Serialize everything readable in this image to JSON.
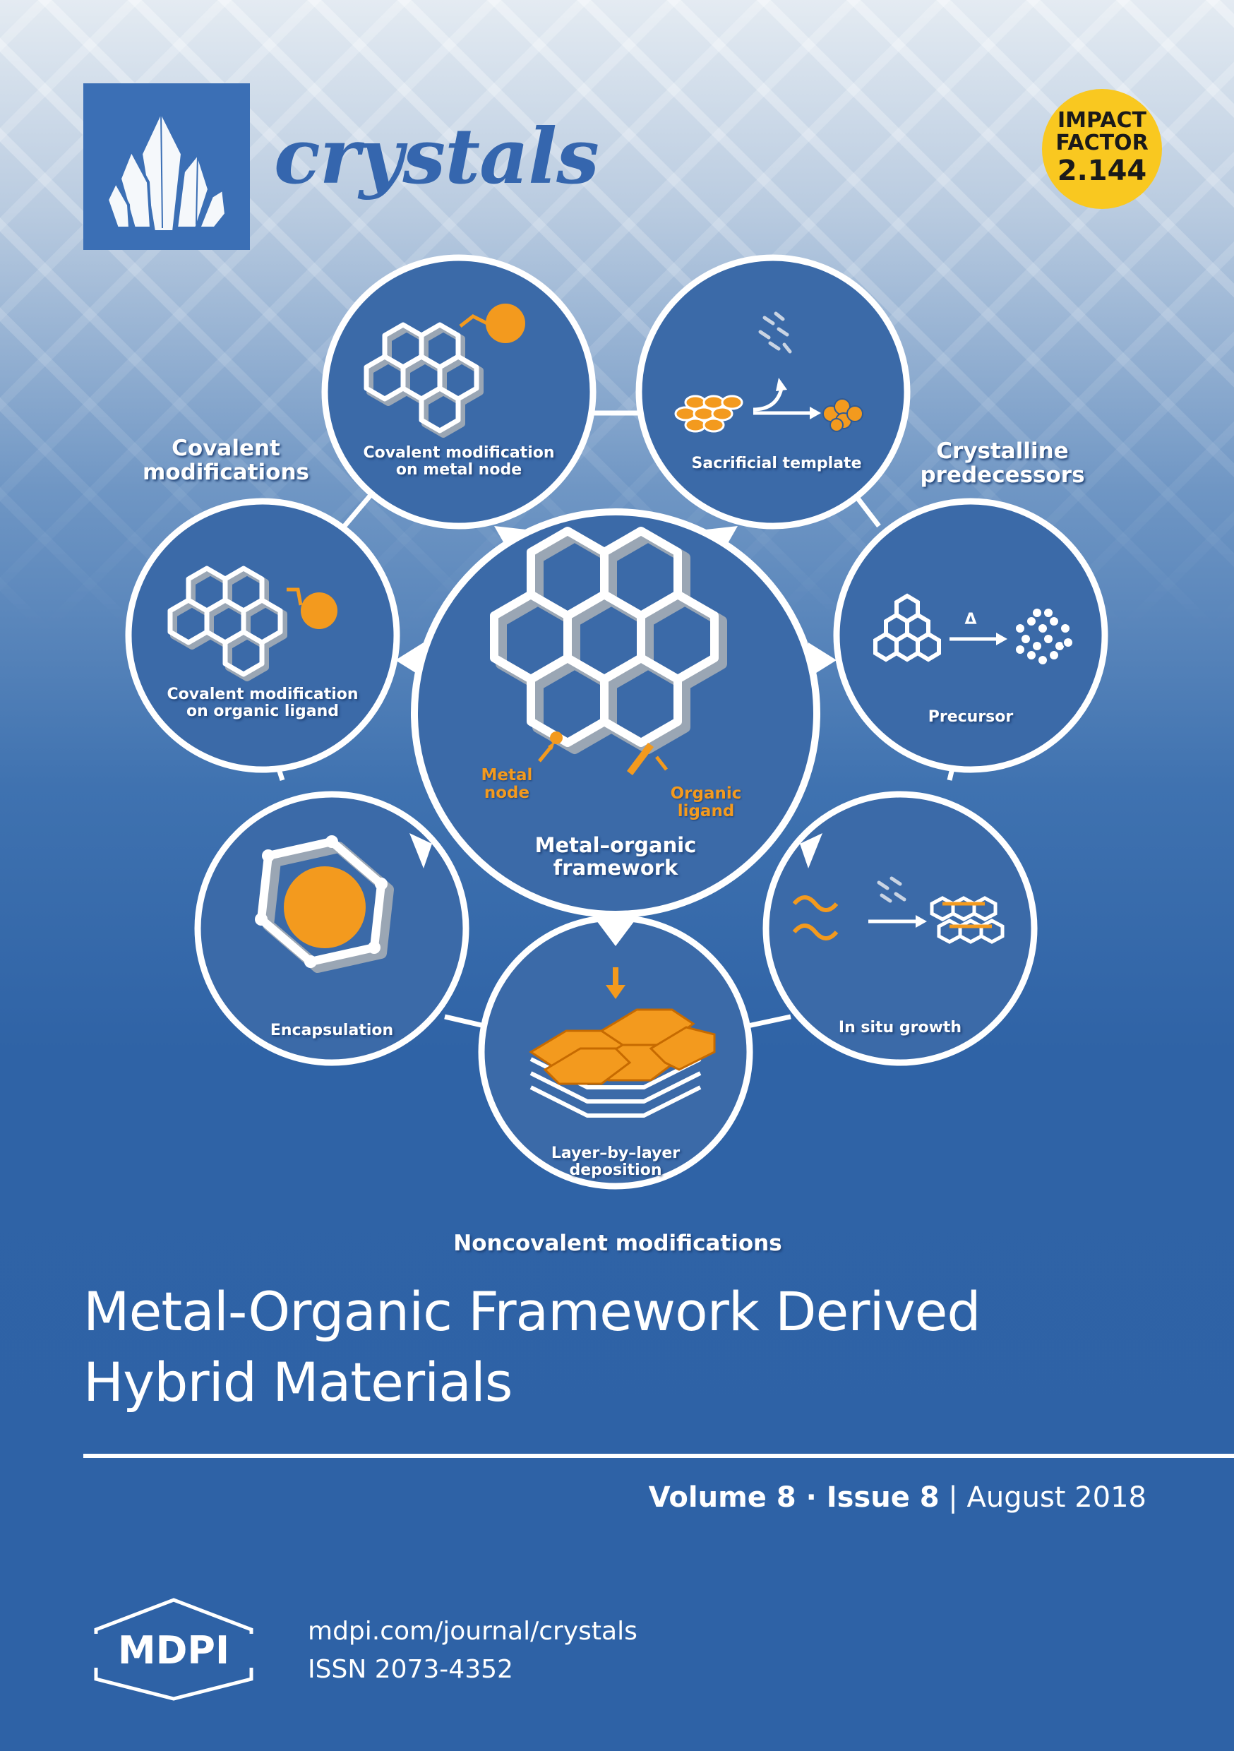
{
  "journal": {
    "name": "crystals"
  },
  "impact_factor": {
    "line1": "IMPACT",
    "line2": "FACTOR",
    "value": "2.144"
  },
  "diagram": {
    "group_covalent": [
      "Covalent",
      "modifications"
    ],
    "group_crystalline": [
      "Crystalline",
      "predecessors"
    ],
    "group_noncovalent": "Noncovalent modifications",
    "circle_metal_node": [
      "Covalent modification",
      "on metal node"
    ],
    "circle_sacrificial": "Sacrificial template",
    "circle_organic_ligand": [
      "Covalent modification",
      "on organic ligand"
    ],
    "circle_precursor": "Precursor",
    "circle_encapsulation": "Encapsulation",
    "circle_in_situ": "In situ growth",
    "circle_layer": [
      "Layer–by–layer",
      "deposition"
    ],
    "center_title": [
      "Metal–organic",
      "framework"
    ],
    "center_metal_node": [
      "Metal",
      "node"
    ],
    "center_organic_ligand": [
      "Organic",
      "ligand"
    ],
    "delta": "Δ"
  },
  "cover_title": [
    "Metal-Organic Framework Derived",
    "Hybrid Materials"
  ],
  "issue": {
    "volume": "Volume 8",
    "sep": " · ",
    "issue": "Issue 8",
    "bar": " | ",
    "date": "August 2018"
  },
  "publisher": {
    "logo_text": "MDPI",
    "url": "mdpi.com/journal/crystals",
    "issn": "ISSN 2073-4352"
  },
  "colors": {
    "accent_orange": "#f39a1e",
    "impact_yellow": "#f9c820",
    "journal_blue": "#3566ae"
  }
}
